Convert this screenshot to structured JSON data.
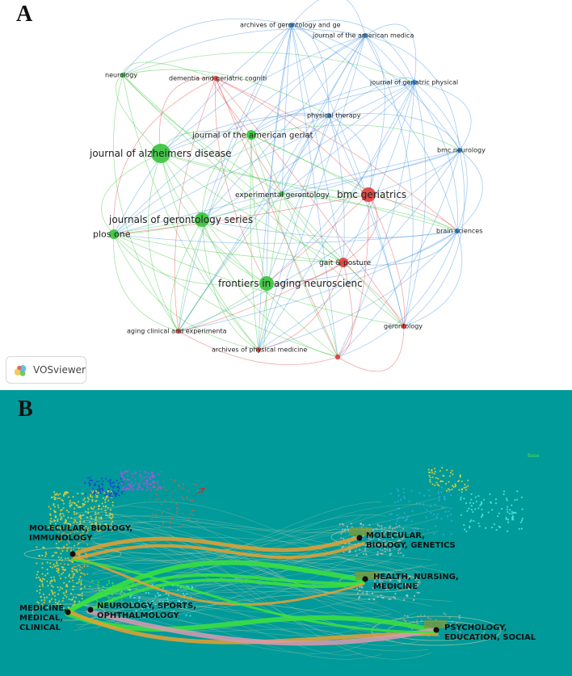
{
  "panel_a": {
    "letter": "A",
    "logo_text": "VOSviewer",
    "cluster_colors": {
      "green": "#35c33a",
      "red": "#e23c3c",
      "blue": "#3b8fe0"
    },
    "nodes": [
      {
        "id": "archives-gerontology",
        "label": "archives of gerontology and ge",
        "cluster": "blue",
        "weight": 1
      },
      {
        "id": "jama",
        "label": "journal of the american medica",
        "cluster": "blue",
        "weight": 1
      },
      {
        "id": "neurology",
        "label": "neurology",
        "cluster": "green",
        "weight": 1
      },
      {
        "id": "dementia",
        "label": "dementia and geriatric cogniti",
        "cluster": "red",
        "weight": 1
      },
      {
        "id": "geriatric-physical",
        "label": "journal of geriatric physical",
        "cluster": "blue",
        "weight": 1
      },
      {
        "id": "physical-therapy",
        "label": "physical therapy",
        "cluster": "blue",
        "weight": 1
      },
      {
        "id": "jags",
        "label": "journal of the american geriat",
        "cluster": "green",
        "weight": 2
      },
      {
        "id": "bmc-neurology",
        "label": "bmc neurology",
        "cluster": "blue",
        "weight": 1
      },
      {
        "id": "alzheimers",
        "label": "journal of alzheimers disease",
        "cluster": "green",
        "weight": 4
      },
      {
        "id": "experimental-gerontology",
        "label": "experimental gerontology",
        "cluster": "green",
        "weight": 1
      },
      {
        "id": "bmc-geriatrics",
        "label": "bmc geriatrics",
        "cluster": "red",
        "weight": 3
      },
      {
        "id": "brain-sciences",
        "label": "brain sciences",
        "cluster": "blue",
        "weight": 1
      },
      {
        "id": "gerontology-series",
        "label": "journals of gerontology series",
        "cluster": "green",
        "weight": 3
      },
      {
        "id": "plos-one",
        "label": "plos one",
        "cluster": "green",
        "weight": 2
      },
      {
        "id": "gait-posture",
        "label": "gait & posture",
        "cluster": "red",
        "weight": 2
      },
      {
        "id": "frontiers-aging",
        "label": "frontiers in aging neuroscienc",
        "cluster": "green",
        "weight": 3
      },
      {
        "id": "aging-clinical",
        "label": "aging clinical and experimenta",
        "cluster": "red",
        "weight": 1
      },
      {
        "id": "gerontology",
        "label": "gerontology",
        "cluster": "red",
        "weight": 1
      },
      {
        "id": "archives-physical",
        "label": "archives of physical medicine",
        "cluster": "red",
        "weight": 1
      },
      {
        "id": "unlabeled-red",
        "label": "",
        "cluster": "red",
        "weight": 1
      }
    ]
  },
  "panel_b": {
    "letter": "B",
    "corner_text": "Base",
    "left_labels": [
      {
        "id": "left-molecular",
        "lines": [
          "MOLECULAR, BIOLOGY,",
          "IMMUNOLOGY"
        ]
      },
      {
        "id": "left-medicine",
        "lines": [
          "MEDICINE,",
          "MEDICAL,",
          "CLINICAL"
        ]
      },
      {
        "id": "left-neurology",
        "lines": [
          "NEUROLOGY, SPORTS,",
          "OPHTHALMOLOGY"
        ]
      }
    ],
    "right_labels": [
      {
        "id": "right-molecular",
        "lines": [
          "MOLECULAR,",
          "BIOLOGY, GENETICS"
        ]
      },
      {
        "id": "right-health",
        "lines": [
          "HEALTH, NURSING,",
          "MEDICINE"
        ]
      },
      {
        "id": "right-psychology",
        "lines": [
          "PSYCHOLOGY,",
          "EDUCATION, SOCIAL"
        ]
      }
    ],
    "link_colors": {
      "orange": "#e8a030",
      "green": "#3ce23c",
      "pink": "#d89ab0"
    }
  }
}
